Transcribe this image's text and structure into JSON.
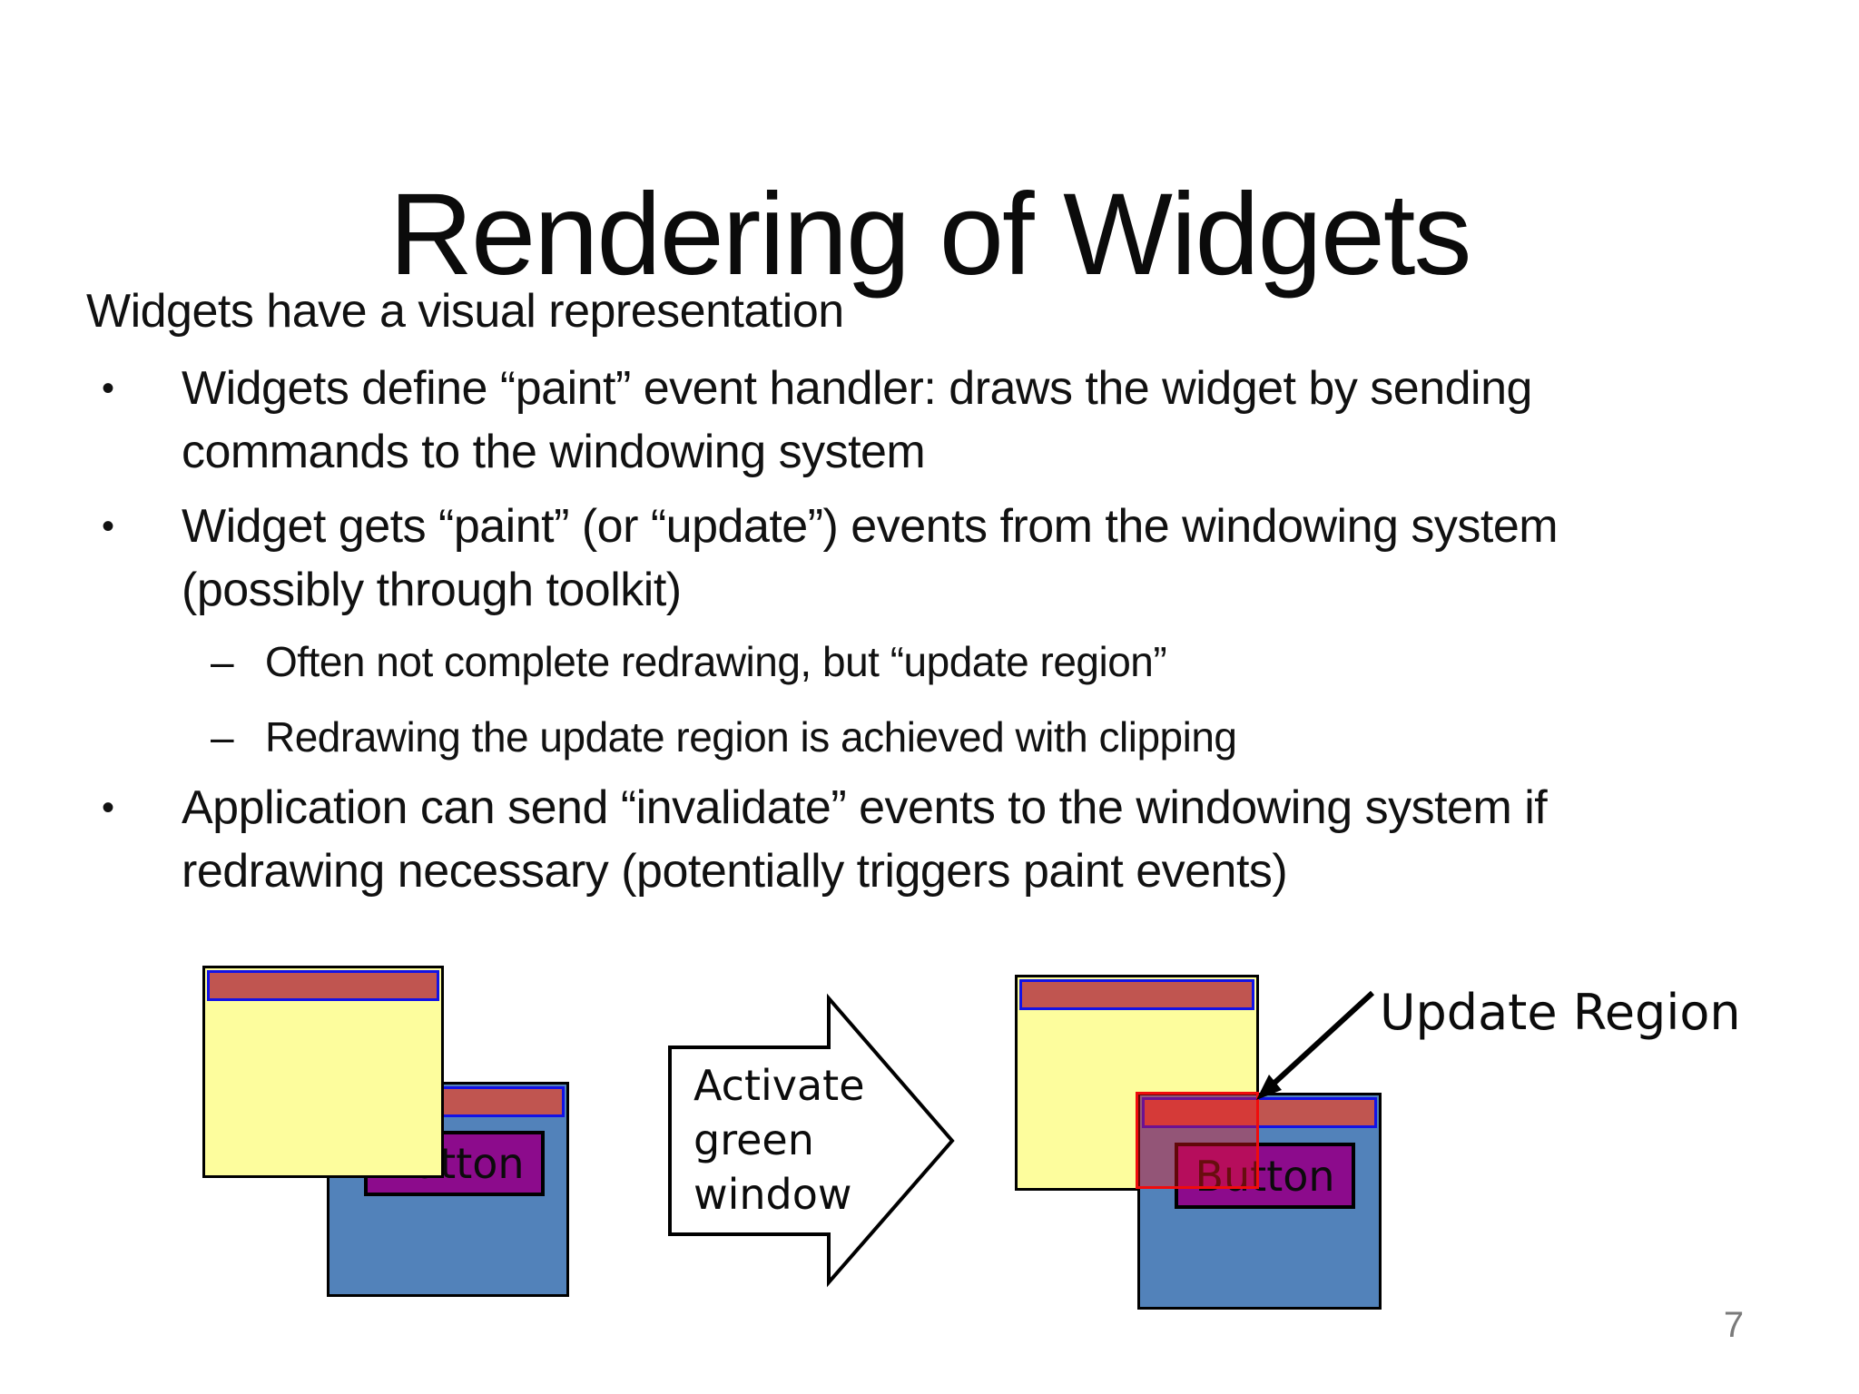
{
  "slide": {
    "title": "Rendering of Widgets",
    "intro": "Widgets have a visual representation",
    "markers": {
      "level1": "•",
      "level2": "–"
    },
    "bullets": [
      {
        "level": 1,
        "lines": [
          "Widgets define “paint” event handler: draws the widget by sending",
          "commands to the windowing system"
        ]
      },
      {
        "level": 1,
        "lines": [
          "Widget gets “paint” (or “update”) events from the windowing system",
          "(possibly through toolkit)"
        ]
      },
      {
        "level": 2,
        "lines": [
          "Often not complete redrawing, but “update region”"
        ]
      },
      {
        "level": 2,
        "lines": [
          "Redrawing the update region is achieved with clipping"
        ]
      },
      {
        "level": 1,
        "lines": [
          "Application can send “invalidate” events to the windowing system if",
          "redrawing necessary (potentially triggers paint events)"
        ]
      }
    ],
    "diagram": {
      "flow_arrow_label_lines": [
        "Activate",
        "green",
        "window"
      ],
      "update_region_label": "Update Region",
      "button_label": "Button",
      "colors": {
        "window_yellow": "#fdfd9d",
        "window_blue": "#5282ba",
        "titlebar_red": "#c05550",
        "titlebar_border_blue": "#1212e6",
        "button_purple": "#8c0b8c",
        "update_region_red": "#f00c0c",
        "outline_black": "#000000"
      }
    },
    "page_number": "7"
  }
}
